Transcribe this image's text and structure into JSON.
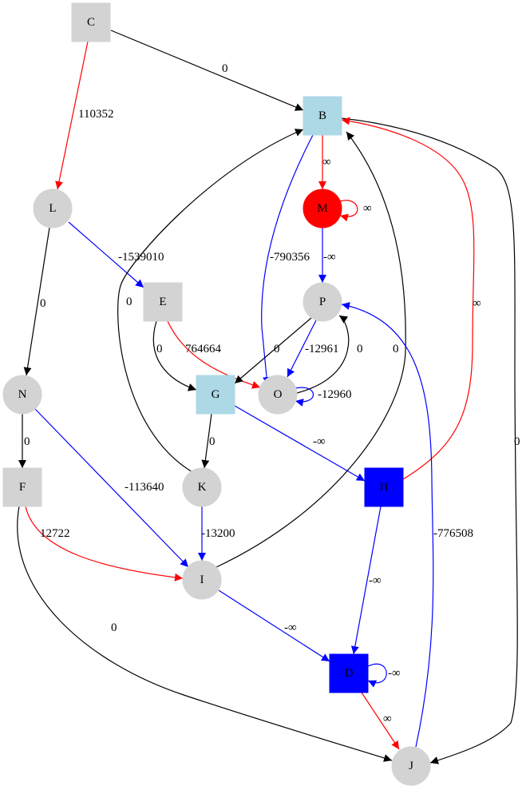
{
  "colors": {
    "gray": "#d3d3d3",
    "lightblue": "#add8e6",
    "red": "#ff0000",
    "blue": "#0000ff",
    "black": "#000000",
    "white": "#ffffff"
  },
  "nodes": [
    {
      "id": "C",
      "label": "C",
      "shape": "box",
      "fill": "gray"
    },
    {
      "id": "B",
      "label": "B",
      "shape": "box",
      "fill": "lightblue"
    },
    {
      "id": "L",
      "label": "L",
      "shape": "circle",
      "fill": "gray"
    },
    {
      "id": "M",
      "label": "M",
      "shape": "circle",
      "fill": "red"
    },
    {
      "id": "E",
      "label": "E",
      "shape": "box",
      "fill": "gray"
    },
    {
      "id": "P",
      "label": "P",
      "shape": "circle",
      "fill": "gray"
    },
    {
      "id": "N",
      "label": "N",
      "shape": "circle",
      "fill": "gray"
    },
    {
      "id": "G",
      "label": "G",
      "shape": "box",
      "fill": "lightblue"
    },
    {
      "id": "O",
      "label": "O",
      "shape": "circle",
      "fill": "gray"
    },
    {
      "id": "F",
      "label": "F",
      "shape": "box",
      "fill": "gray"
    },
    {
      "id": "K",
      "label": "K",
      "shape": "circle",
      "fill": "gray"
    },
    {
      "id": "H",
      "label": "H",
      "shape": "box",
      "fill": "blue"
    },
    {
      "id": "I",
      "label": "I",
      "shape": "circle",
      "fill": "gray"
    },
    {
      "id": "D",
      "label": "D",
      "shape": "box",
      "fill": "blue"
    },
    {
      "id": "J",
      "label": "J",
      "shape": "circle",
      "fill": "gray"
    }
  ],
  "edges": [
    {
      "id": "C-B",
      "label": "0",
      "color": "black"
    },
    {
      "id": "C-L",
      "label": "110352",
      "color": "red"
    },
    {
      "id": "B-M",
      "label": "∞",
      "color": "red"
    },
    {
      "id": "B-O",
      "label": "-790356",
      "color": "blue"
    },
    {
      "id": "B-J",
      "label": "0",
      "color": "black"
    },
    {
      "id": "M-M",
      "label": "∞",
      "color": "red"
    },
    {
      "id": "M-P",
      "label": "-∞",
      "color": "blue"
    },
    {
      "id": "L-E",
      "label": "-1539010",
      "color": "blue"
    },
    {
      "id": "L-N",
      "label": "0",
      "color": "black"
    },
    {
      "id": "E-G",
      "label": "0",
      "color": "black"
    },
    {
      "id": "E-O",
      "label": "764664",
      "color": "red"
    },
    {
      "id": "P-G",
      "label": "0",
      "color": "black"
    },
    {
      "id": "P-O",
      "label": "-12961",
      "color": "blue"
    },
    {
      "id": "O-P",
      "label": "0",
      "color": "black"
    },
    {
      "id": "O-O",
      "label": "-12960",
      "color": "blue"
    },
    {
      "id": "K-B",
      "label": "0",
      "color": "black"
    },
    {
      "id": "G-K",
      "label": "0",
      "color": "black"
    },
    {
      "id": "G-H",
      "label": "-∞",
      "color": "blue"
    },
    {
      "id": "H-B",
      "label": "∞",
      "color": "red"
    },
    {
      "id": "H-D",
      "label": "-∞",
      "color": "blue"
    },
    {
      "id": "N-F",
      "label": "0",
      "color": "black"
    },
    {
      "id": "N-I",
      "label": "-113640",
      "color": "blue"
    },
    {
      "id": "F-I",
      "label": "12722",
      "color": "red"
    },
    {
      "id": "F-J",
      "label": "0",
      "color": "black"
    },
    {
      "id": "K-I",
      "label": "-13200",
      "color": "blue"
    },
    {
      "id": "I-B",
      "label": "0",
      "color": "black"
    },
    {
      "id": "I-D",
      "label": "-∞",
      "color": "blue"
    },
    {
      "id": "D-D",
      "label": "-∞",
      "color": "blue"
    },
    {
      "id": "D-J",
      "label": "∞",
      "color": "red"
    },
    {
      "id": "J-P",
      "label": "-776508",
      "color": "blue"
    }
  ]
}
